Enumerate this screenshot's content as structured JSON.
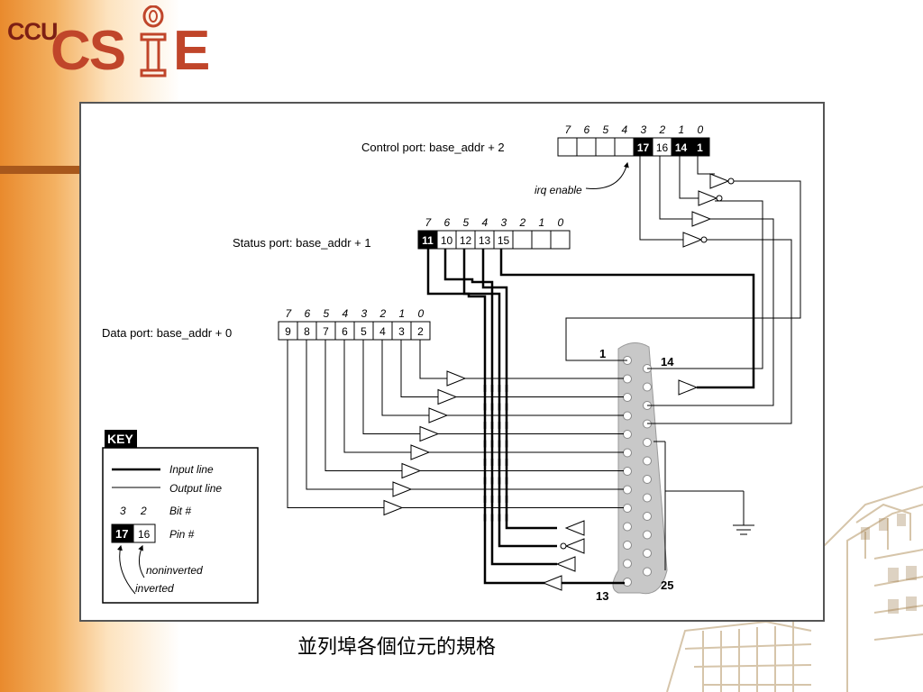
{
  "logo": {
    "prefix": "CCU",
    "main": "CS",
    "suffix": "E"
  },
  "caption": "並列埠各個位元的規格",
  "ports": {
    "control": {
      "label": "Control port: base_addr + 2",
      "bits": [
        "7",
        "6",
        "5",
        "4",
        "3",
        "2",
        "1",
        "0"
      ],
      "pins": [
        "",
        "",
        "",
        "",
        "17",
        "16",
        "14",
        "1"
      ],
      "inverted": [
        false,
        false,
        false,
        false,
        true,
        false,
        true,
        true
      ]
    },
    "status": {
      "label": "Status port: base_addr + 1",
      "bits": [
        "7",
        "6",
        "5",
        "4",
        "3",
        "2",
        "1",
        "0"
      ],
      "pins": [
        "11",
        "10",
        "12",
        "13",
        "15",
        "",
        "",
        ""
      ],
      "inverted": [
        true,
        false,
        false,
        false,
        false,
        false,
        false,
        false
      ]
    },
    "data": {
      "label": "Data port: base_addr + 0",
      "bits": [
        "7",
        "6",
        "5",
        "4",
        "3",
        "2",
        "1",
        "0"
      ],
      "pins": [
        "9",
        "8",
        "7",
        "6",
        "5",
        "4",
        "3",
        "2"
      ],
      "inverted": [
        false,
        false,
        false,
        false,
        false,
        false,
        false,
        false
      ]
    }
  },
  "annotations": {
    "irq": "irq enable"
  },
  "connector": {
    "pin_1": "1",
    "pin_13": "13",
    "pin_14": "14",
    "pin_25": "25"
  },
  "key": {
    "title": "KEY",
    "input_line": "Input line",
    "output_line": "Output line",
    "bit_left": "3",
    "bit_right": "2",
    "bit_label": "Bit #",
    "pin_left": "17",
    "pin_right": "16",
    "pin_label": "Pin #",
    "noninverted": "noninverted",
    "inverted": "inverted"
  },
  "colors": {
    "accent": "#c0452a",
    "logo_dark": "#7d1f14",
    "orange": "#e98a2d",
    "connector": "#c8c8c8"
  }
}
